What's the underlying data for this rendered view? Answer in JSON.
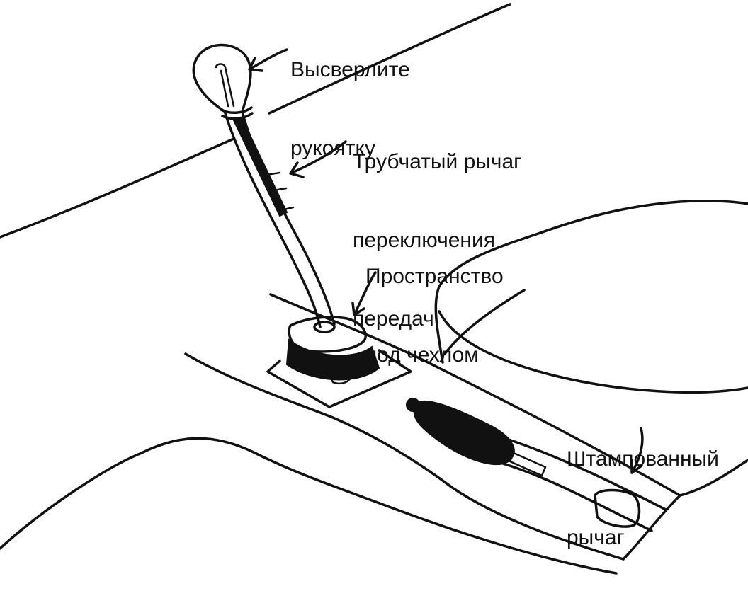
{
  "labels": {
    "handle": [
      "Высверлите",
      "рукоятку"
    ],
    "tube_lever": [
      "Трубчатый рычаг",
      "переключения",
      "передач"
    ],
    "boot_space": [
      "Пространство",
      "под чехлом"
    ],
    "stamped_lever": [
      "Штампованный",
      "рычаг"
    ]
  }
}
